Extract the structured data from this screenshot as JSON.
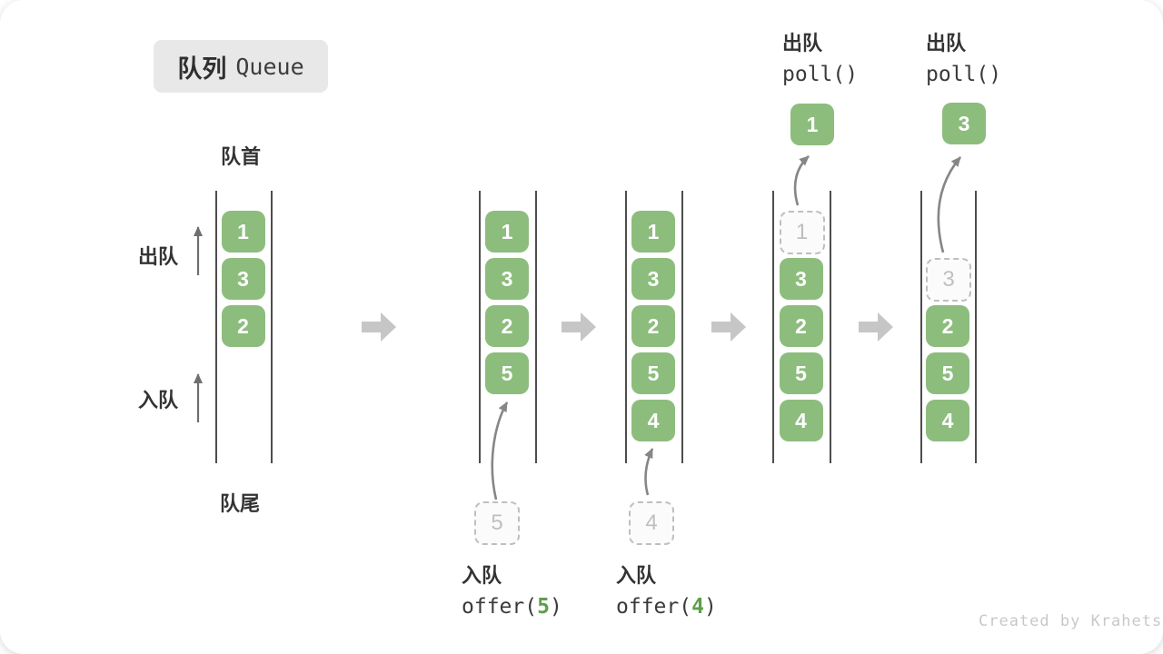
{
  "title": {
    "zh": "队列",
    "en": "Queue"
  },
  "side_labels": {
    "front": "队首",
    "rear": "队尾",
    "dequeue": "出队",
    "enqueue": "入队"
  },
  "watermark": "Created by Krahets",
  "colors": {
    "cell_green": "#8cbd7d",
    "code_green": "#5f9e4c",
    "text_dark": "#333333",
    "queue_line": "#4d4d4d",
    "dashed_gray": "#bfbfbf",
    "block_arrow_gray": "#c6c6c6",
    "curve_arrow_gray": "#868686",
    "title_box_bg": "#e8e8e8"
  },
  "states": [
    {
      "name": "state-initial",
      "cells": [
        {
          "v": "1",
          "style": "solid",
          "row": 0
        },
        {
          "v": "3",
          "style": "solid",
          "row": 1
        },
        {
          "v": "2",
          "style": "solid",
          "row": 2
        }
      ]
    },
    {
      "name": "state-after-offer-5",
      "cells": [
        {
          "v": "1",
          "style": "solid",
          "row": 0
        },
        {
          "v": "3",
          "style": "solid",
          "row": 1
        },
        {
          "v": "2",
          "style": "solid",
          "row": 2
        },
        {
          "v": "5",
          "style": "solid",
          "row": 3
        }
      ],
      "incoming": "5",
      "op": {
        "label": "入队",
        "code": [
          {
            "t": "offer(",
            "green": false
          },
          {
            "t": "5",
            "green": true
          },
          {
            "t": ")",
            "green": false
          }
        ]
      }
    },
    {
      "name": "state-after-offer-4",
      "cells": [
        {
          "v": "1",
          "style": "solid",
          "row": 0
        },
        {
          "v": "3",
          "style": "solid",
          "row": 1
        },
        {
          "v": "2",
          "style": "solid",
          "row": 2
        },
        {
          "v": "5",
          "style": "solid",
          "row": 3
        },
        {
          "v": "4",
          "style": "solid",
          "row": 4
        }
      ],
      "incoming": "4",
      "op": {
        "label": "入队",
        "code": [
          {
            "t": "offer(",
            "green": false
          },
          {
            "t": "4",
            "green": true
          },
          {
            "t": ")",
            "green": false
          }
        ]
      }
    },
    {
      "name": "state-after-poll-1",
      "cells": [
        {
          "v": "1",
          "style": "dashed",
          "row": 0
        },
        {
          "v": "3",
          "style": "solid",
          "row": 1
        },
        {
          "v": "2",
          "style": "solid",
          "row": 2
        },
        {
          "v": "5",
          "style": "solid",
          "row": 3
        },
        {
          "v": "4",
          "style": "solid",
          "row": 4
        }
      ],
      "outgoing": "1",
      "op": {
        "label": "出队",
        "code": [
          {
            "t": "poll()",
            "green": false
          }
        ]
      }
    },
    {
      "name": "state-after-poll-3",
      "cells": [
        {
          "v": "3",
          "style": "dashed",
          "row": 1
        },
        {
          "v": "2",
          "style": "solid",
          "row": 2
        },
        {
          "v": "5",
          "style": "solid",
          "row": 3
        },
        {
          "v": "4",
          "style": "solid",
          "row": 4
        }
      ],
      "outgoing": "3",
      "op": {
        "label": "出队",
        "code": [
          {
            "t": "poll()",
            "green": false
          }
        ]
      }
    }
  ]
}
